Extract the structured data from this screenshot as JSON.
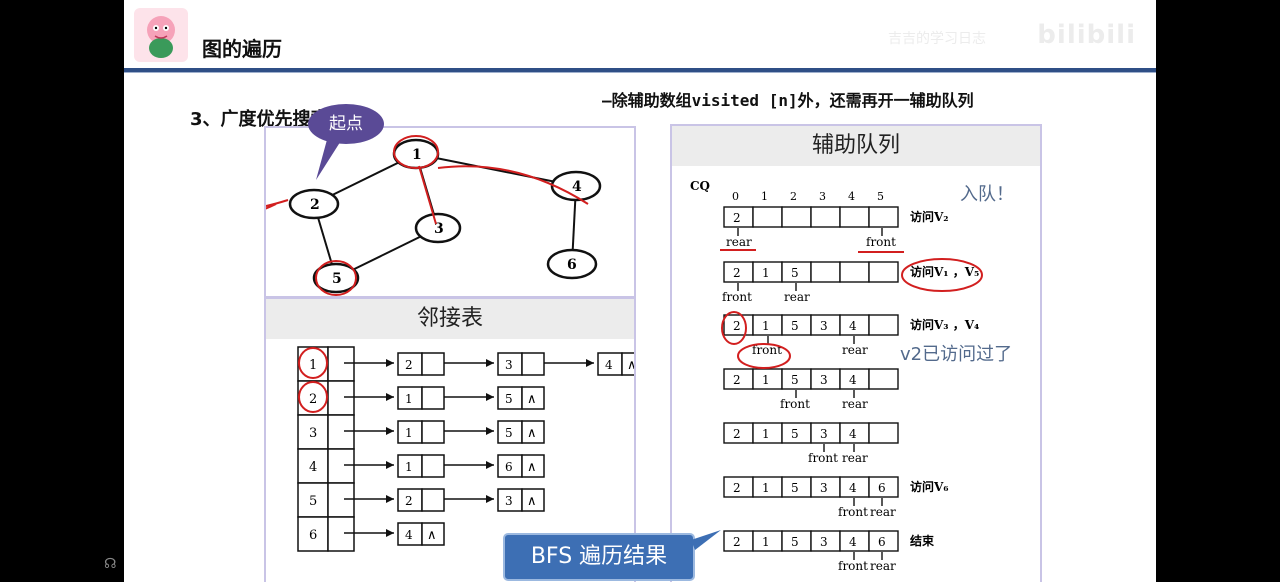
{
  "header": {
    "title": "图的遍历",
    "watermark": "bilibili",
    "watermark_text": "吉吉的学习日志"
  },
  "subtitle": "—除辅助数组visited [n]外，还需再开一辅助队列",
  "section_heading": "3、广度优先搜索",
  "graph": {
    "start_label": "起点",
    "nodes": [
      "1",
      "2",
      "3",
      "4",
      "5",
      "6"
    ]
  },
  "adjacency": {
    "heading": "邻接表",
    "rows": [
      {
        "vertex": "1",
        "adj": [
          "2",
          "3",
          "4"
        ]
      },
      {
        "vertex": "2",
        "adj": [
          "1",
          "5"
        ]
      },
      {
        "vertex": "3",
        "adj": [
          "1",
          "5"
        ]
      },
      {
        "vertex": "4",
        "adj": [
          "1",
          "6"
        ]
      },
      {
        "vertex": "5",
        "adj": [
          "2",
          "3"
        ]
      },
      {
        "vertex": "6",
        "adj": [
          "4"
        ]
      }
    ],
    "null_symbol": "∧"
  },
  "queue": {
    "heading": "辅助队列",
    "label": "CQ",
    "indices": [
      "0",
      "1",
      "2",
      "3",
      "4",
      "5"
    ],
    "steps": [
      {
        "cells": [
          "2",
          "",
          "",
          "",
          "",
          ""
        ],
        "note": "访问V₂",
        "ptrs": "rear / front"
      },
      {
        "cells": [
          "2",
          "1",
          "5",
          "",
          "",
          ""
        ],
        "note": "访问V₁ ，V₅",
        "ptrs": "front rear"
      },
      {
        "cells": [
          "2",
          "1",
          "5",
          "3",
          "4",
          ""
        ],
        "note": "访问V₃ ，V₄",
        "ptrs": "front rear"
      },
      {
        "cells": [
          "2",
          "1",
          "5",
          "3",
          "4",
          ""
        ],
        "note": "",
        "ptrs": "front rear"
      },
      {
        "cells": [
          "2",
          "1",
          "5",
          "3",
          "4",
          ""
        ],
        "note": "",
        "ptrs": "front rear"
      },
      {
        "cells": [
          "2",
          "1",
          "5",
          "3",
          "4",
          "6"
        ],
        "note": "访问V₆",
        "ptrs": "front rear"
      },
      {
        "cells": [
          "2",
          "1",
          "5",
          "3",
          "4",
          "6"
        ],
        "note": "结束",
        "ptrs": "front rear"
      }
    ],
    "ptr_front": "front",
    "ptr_rear": "rear"
  },
  "annotations": {
    "enqueue": "入队！",
    "visited_note": "v2已访问过了",
    "result_badge": "BFS 遍历结果"
  }
}
